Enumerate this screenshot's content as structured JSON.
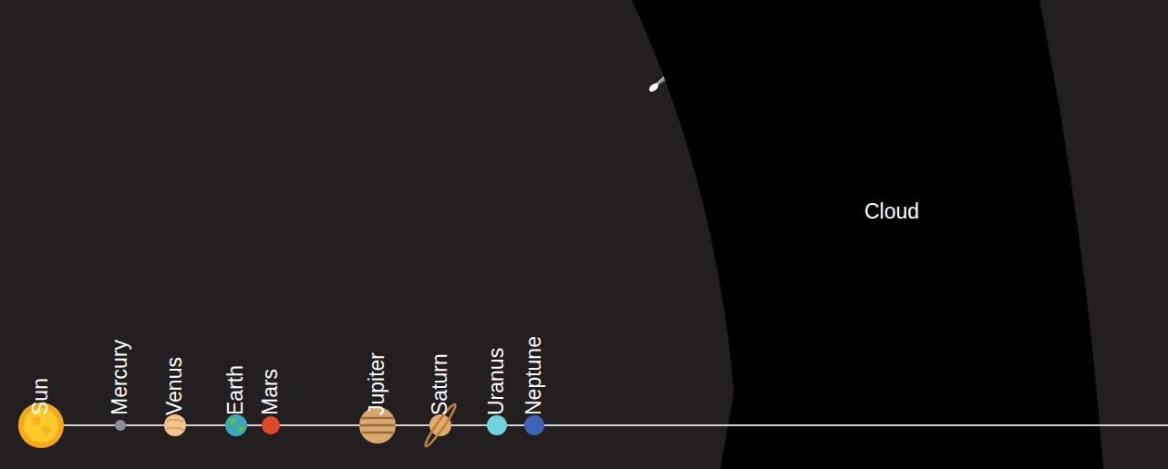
{
  "diagram": {
    "nodes": [
      {
        "text": [
          "Cloud"
        ]
      }
    ],
    "labels": [
      "Sun",
      "Mercury",
      "Venus",
      "Earth",
      "Mars",
      "Jupiter",
      "Saturn",
      "Uranus",
      "Neptune"
    ]
  }
}
